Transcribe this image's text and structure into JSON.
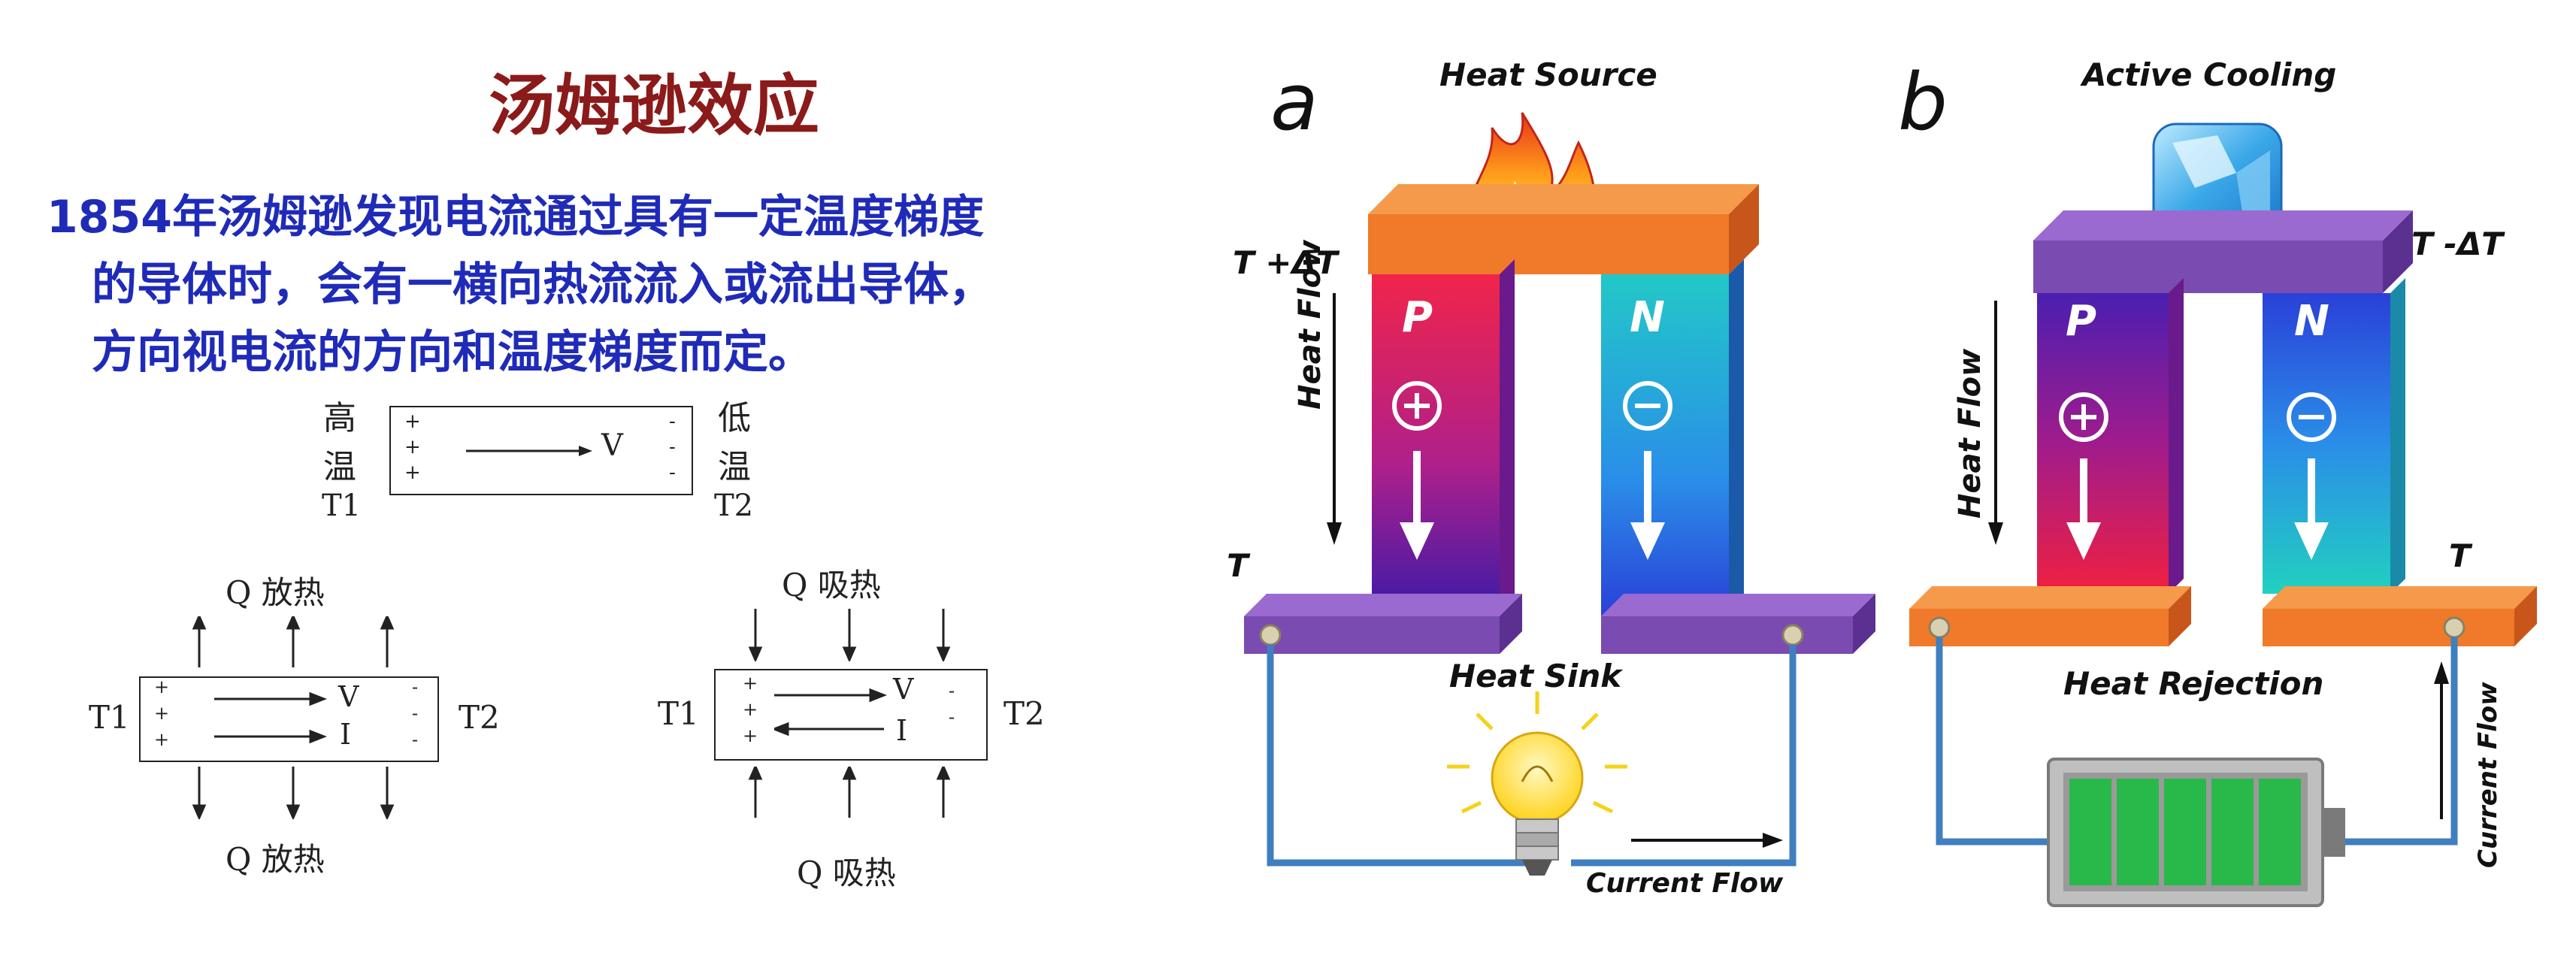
{
  "left": {
    "title": "汤姆逊效应",
    "paragraph": [
      "1854年汤姆逊发现电流通过具有一定温度梯度",
      "的导体时，会有一横向热流流入或流出导体，",
      "方向视电流的方向和温度梯度而定。"
    ],
    "top_diagram": {
      "hot_label_1": "高",
      "hot_label_2": "温",
      "hot_t": "T1",
      "cold_label_1": "低",
      "cold_label_2": "温",
      "cold_t": "T2",
      "v": "V",
      "plus": "+",
      "minus": "-"
    },
    "release_diagram": {
      "top_label": "Q 放热",
      "bottom_label": "Q  放热",
      "t1": "T1",
      "t2": "T2",
      "v": "V",
      "i": "I",
      "plus": "+",
      "minus": "-"
    },
    "absorb_diagram": {
      "top_label": "Q 吸热",
      "bottom_label": "Q 吸热",
      "t1": "T1",
      "t2": "T2",
      "v": "V",
      "i": "I",
      "plus": "+",
      "minus": "-"
    }
  },
  "panel_a": {
    "letter": "a",
    "heat_source": "Heat Source",
    "t_hot": "T +ΔT",
    "t": "T",
    "heat_flow": "Heat Flow",
    "p": "P",
    "n": "N",
    "heat_sink": "Heat Sink",
    "current_flow": "Current Flow"
  },
  "panel_b": {
    "letter": "b",
    "active_cooling": "Active Cooling",
    "t_cold": "T -ΔT",
    "t": "T",
    "heat_flow": "Heat Flow",
    "p": "P",
    "n": "N",
    "heat_rejection": "Heat Rejection",
    "current_flow": "Current Flow"
  },
  "colors": {
    "title_red": "#8b1a1a",
    "text_blue": "#1f2bb8",
    "orange_plate": "#f07a2a",
    "purple_plate": "#7a4bb0",
    "wire": "#3f7fc0",
    "battery_green": "#29b84a"
  },
  "icons": [
    "flame-icon",
    "ice-cube-icon",
    "light-bulb-icon",
    "battery-icon",
    "plus-circle-icon",
    "minus-circle-icon"
  ]
}
